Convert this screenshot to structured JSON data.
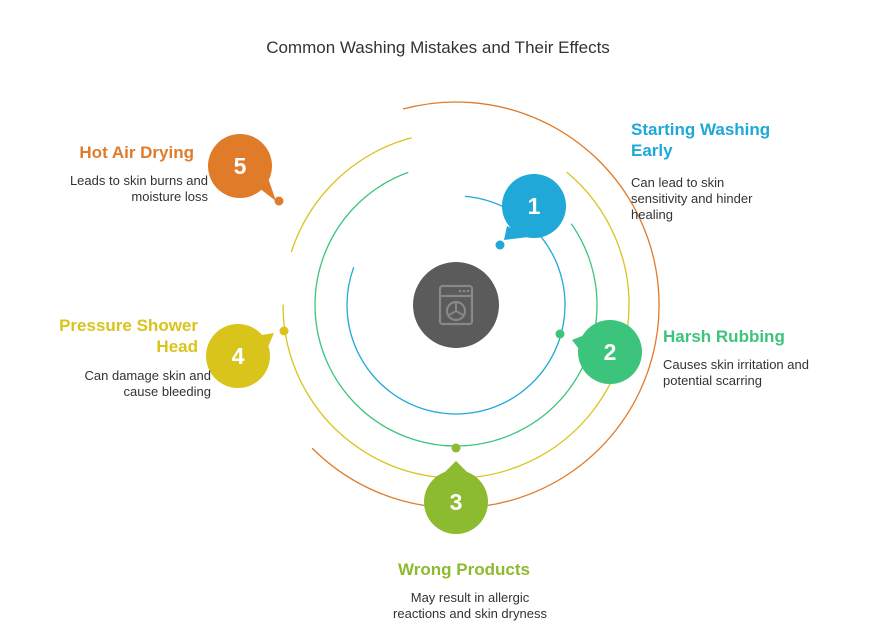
{
  "title": "Common Washing Mistakes and Their Effects",
  "center_icon": "washing-machine-icon",
  "colors": {
    "step1": "#1fa8d8",
    "step2": "#3cc47c",
    "step3": "#8dbb2f",
    "step4": "#d9c41c",
    "step5": "#e07b2a",
    "hub": "#5b5b5b"
  },
  "steps": [
    {
      "number": "1",
      "heading": "Starting Washing Early",
      "heading_lines": [
        "Starting Washing",
        "Early"
      ],
      "description_lines": [
        "Can lead to skin",
        "sensitivity and hinder",
        "healing"
      ]
    },
    {
      "number": "2",
      "heading": "Harsh Rubbing",
      "description_lines": [
        "Causes skin irritation and",
        "potential scarring"
      ]
    },
    {
      "number": "3",
      "heading": "Wrong Products",
      "description_lines": [
        "May result in allergic",
        "reactions and skin dryness"
      ]
    },
    {
      "number": "4",
      "heading": "Pressure Shower Head",
      "heading_lines": [
        "Pressure Shower",
        "Head"
      ],
      "description_lines": [
        "Can damage skin and",
        "cause bleeding"
      ]
    },
    {
      "number": "5",
      "heading": "Hot Air Drying",
      "description_lines": [
        "Leads to skin burns and",
        "moisture loss"
      ]
    }
  ]
}
